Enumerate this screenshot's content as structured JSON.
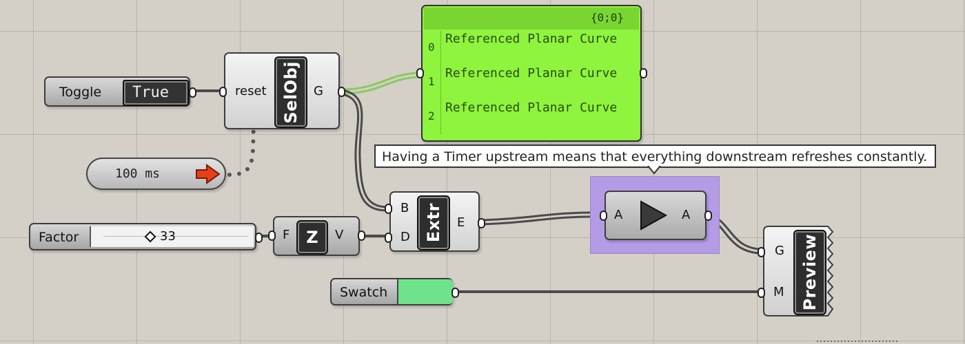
{
  "panel": {
    "header": "{0;0}",
    "items": [
      {
        "index": "0",
        "text": "Referenced Planar Curve"
      },
      {
        "index": "1",
        "text": "Referenced Planar Curve"
      },
      {
        "index": "2",
        "text": "Referenced Planar Curve"
      }
    ],
    "color": "#8ef43e"
  },
  "toggle": {
    "label": "Toggle",
    "value": "True"
  },
  "selobj": {
    "input": "reset",
    "name": "SelObj",
    "output": "G"
  },
  "timer": {
    "value": "100 ms"
  },
  "tooltip": {
    "text": "Having a Timer upstream means that everything downstream refreshes constantly."
  },
  "slider": {
    "label": "Factor",
    "value": "33"
  },
  "unitz": {
    "input": "F",
    "name": "Z",
    "output": "V"
  },
  "extrude": {
    "inputs": [
      "B",
      "D"
    ],
    "name": "Extr",
    "output": "E"
  },
  "data_param": {
    "input": "A",
    "output": "A"
  },
  "preview": {
    "inputs": [
      "G",
      "M"
    ],
    "name": "Preview"
  },
  "swatch": {
    "label": "Swatch",
    "color": "#6ee38c"
  },
  "group_color": "#b49be6"
}
